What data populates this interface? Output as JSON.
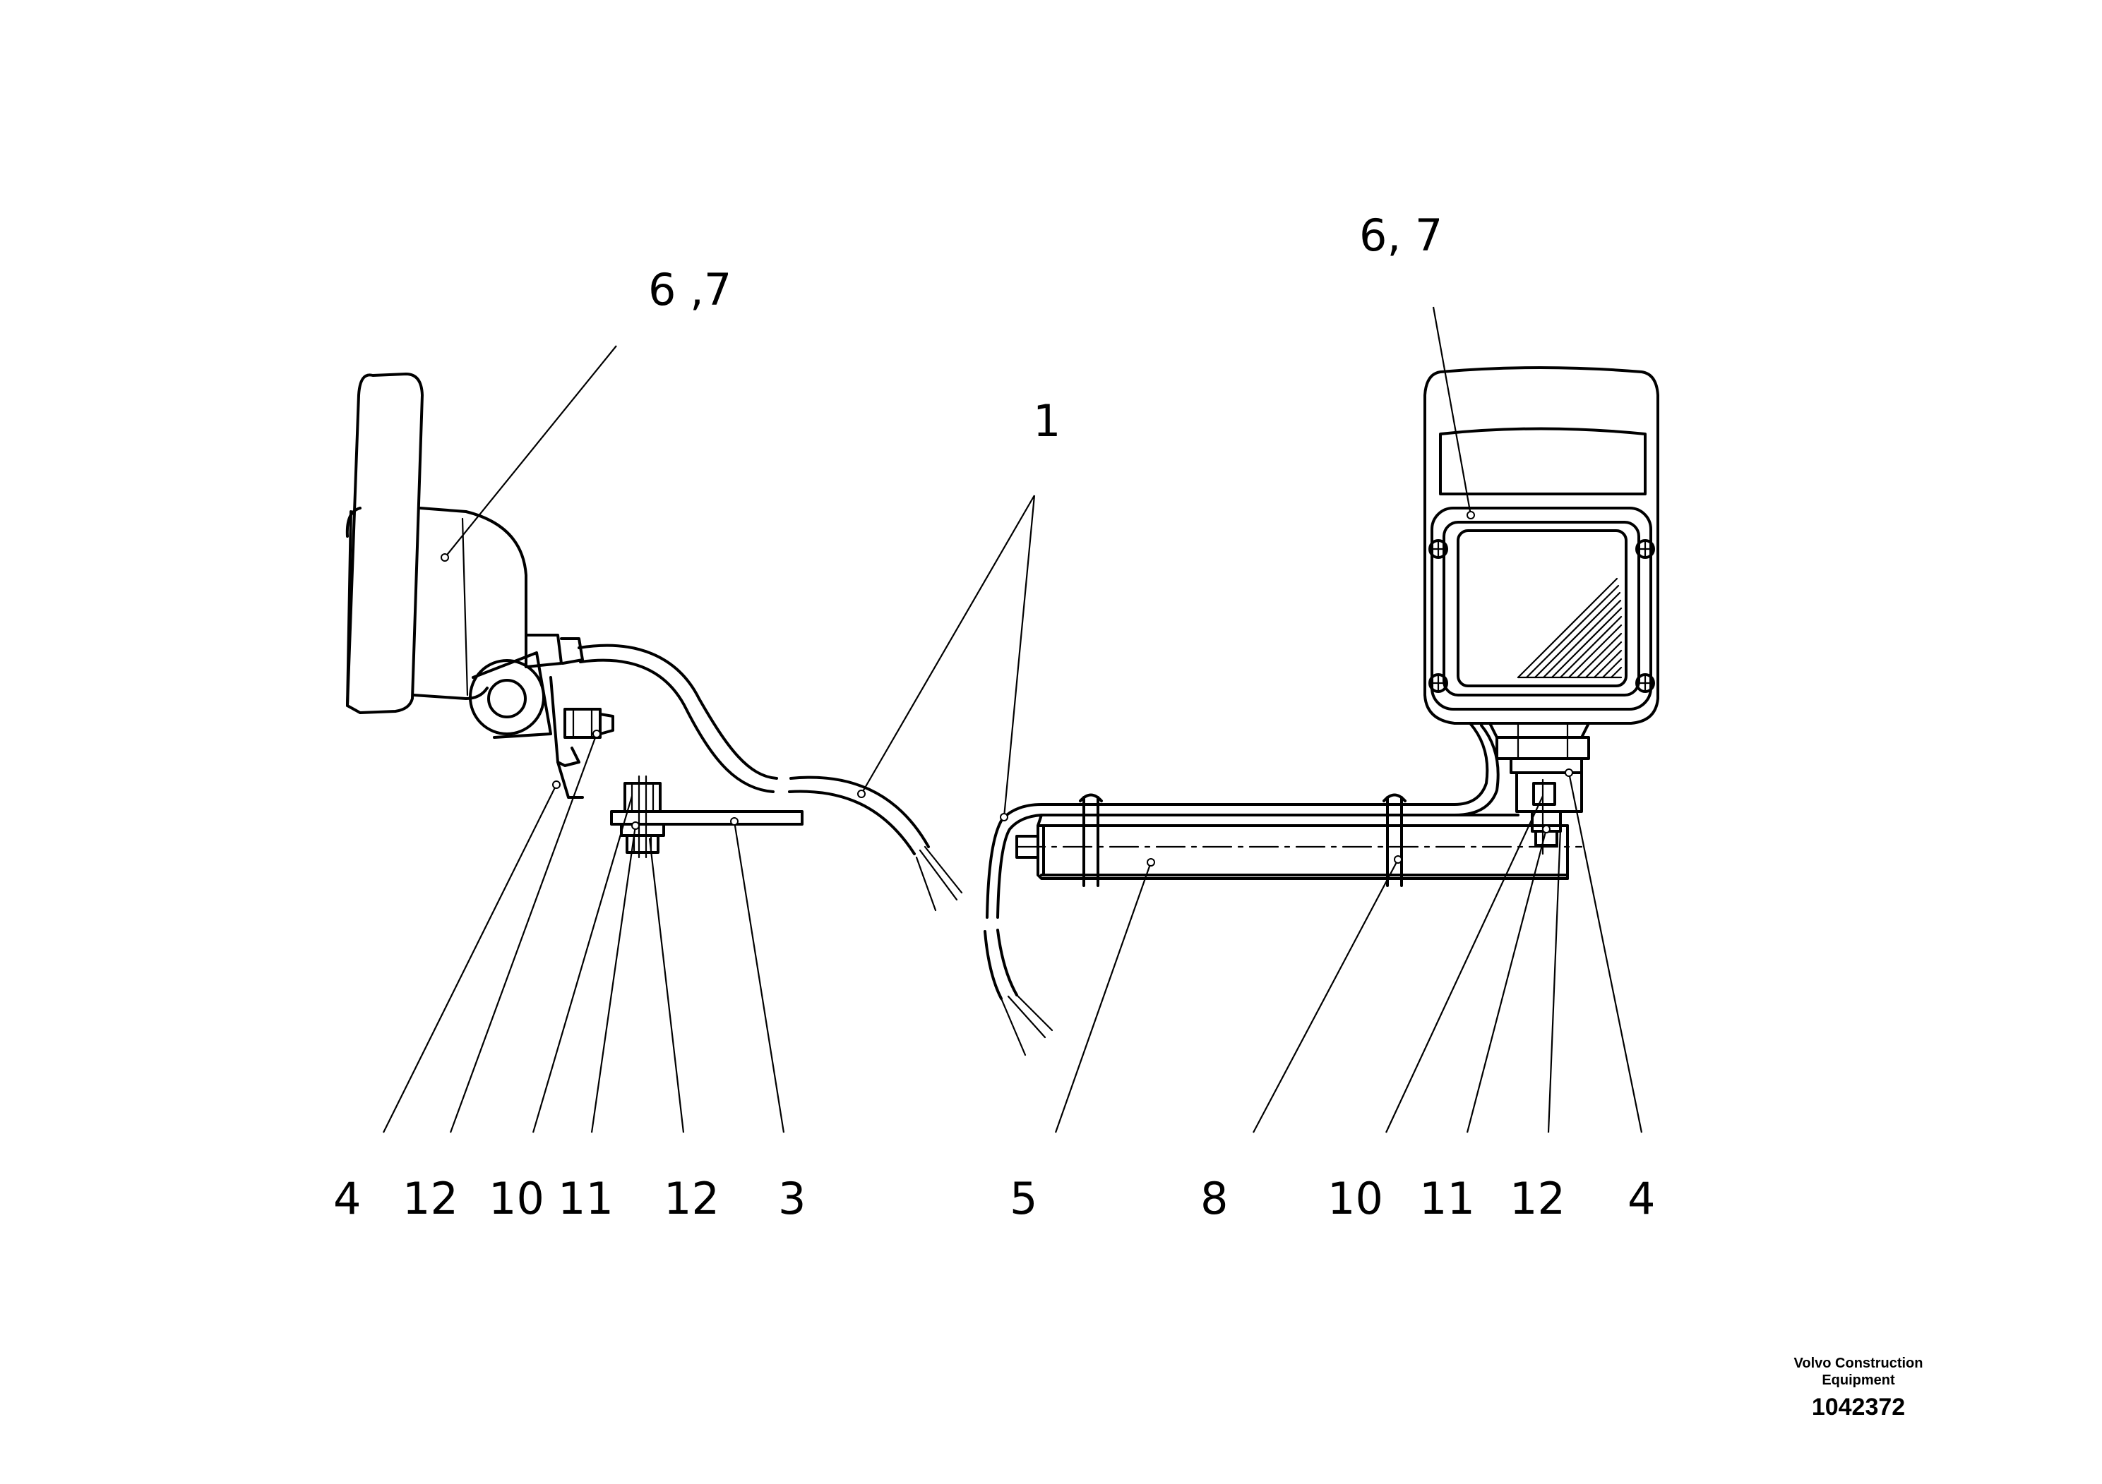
{
  "callouts": {
    "left_top": "6 ,7",
    "right_top": "6, 7",
    "cable": "1",
    "bottom": [
      "4",
      "12",
      "10",
      "11",
      "12",
      "3",
      "5",
      "8",
      "10",
      "11",
      "12",
      "4"
    ]
  },
  "footer": {
    "brand_line1": "Volvo Construction",
    "brand_line2": "Equipment",
    "drawing_number": "1042372"
  }
}
